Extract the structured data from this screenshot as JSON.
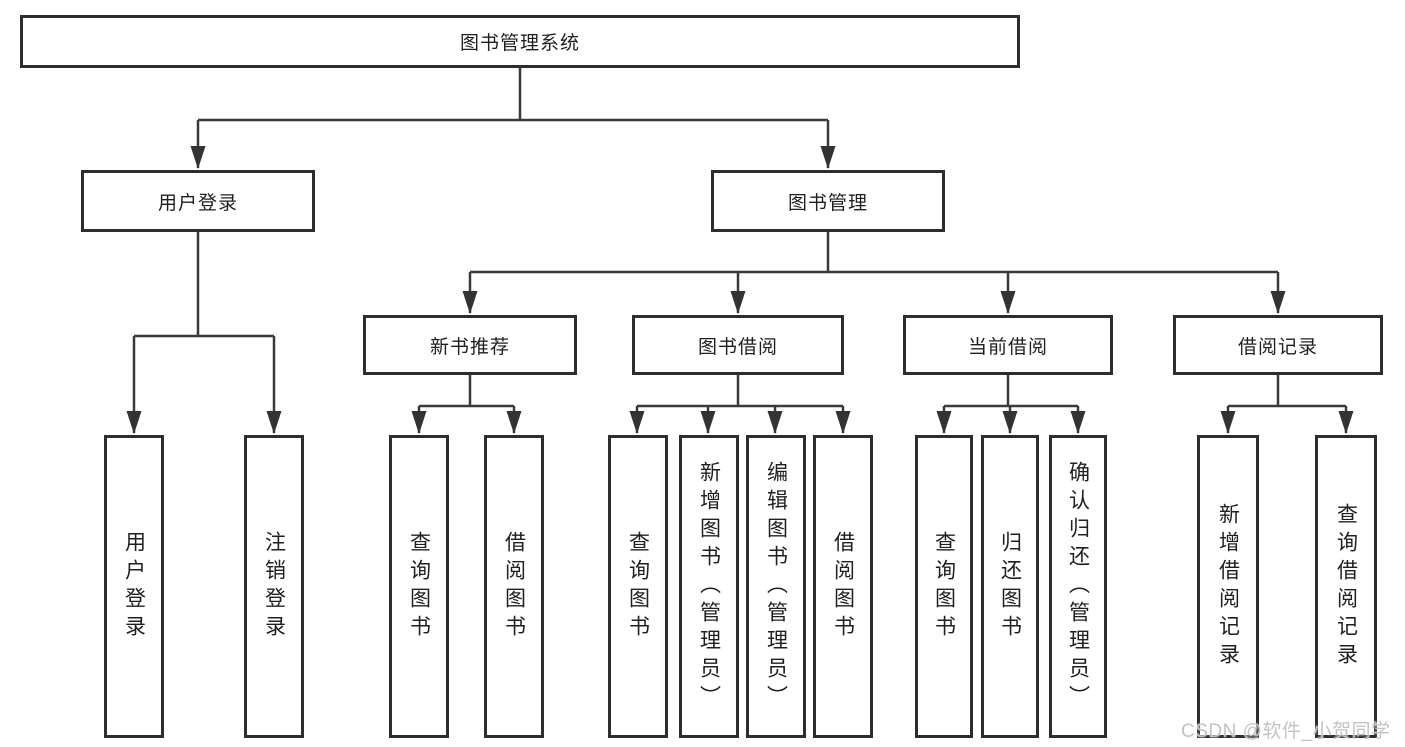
{
  "tree": {
    "root": {
      "label": "图书管理系统"
    },
    "branches": [
      {
        "label": "用户登录",
        "children": [
          {
            "label": "用户登录"
          },
          {
            "label": "注销登录"
          }
        ]
      },
      {
        "label": "图书管理",
        "children": [
          {
            "label": "新书推荐",
            "children": [
              {
                "label": "查询图书"
              },
              {
                "label": "借阅图书"
              }
            ]
          },
          {
            "label": "图书借阅",
            "children": [
              {
                "label": "查询图书"
              },
              {
                "label": "新增图书（管理员）"
              },
              {
                "label": "编辑图书（管理员）"
              },
              {
                "label": "借阅图书"
              }
            ]
          },
          {
            "label": "当前借阅",
            "children": [
              {
                "label": "查询图书"
              },
              {
                "label": "归还图书"
              },
              {
                "label": "确认归还（管理员）"
              }
            ]
          },
          {
            "label": "借阅记录",
            "children": [
              {
                "label": "新增借阅记录"
              },
              {
                "label": "查询借阅记录"
              }
            ]
          }
        ]
      }
    ]
  },
  "watermark": "CSDN @软件_小贺同学",
  "colors": {
    "background": "#ffffff",
    "box_border": "#2d2d2d",
    "connector_line": "#3a3a3a",
    "text": "#1f1f1f",
    "watermark": "#c3c3c3"
  }
}
